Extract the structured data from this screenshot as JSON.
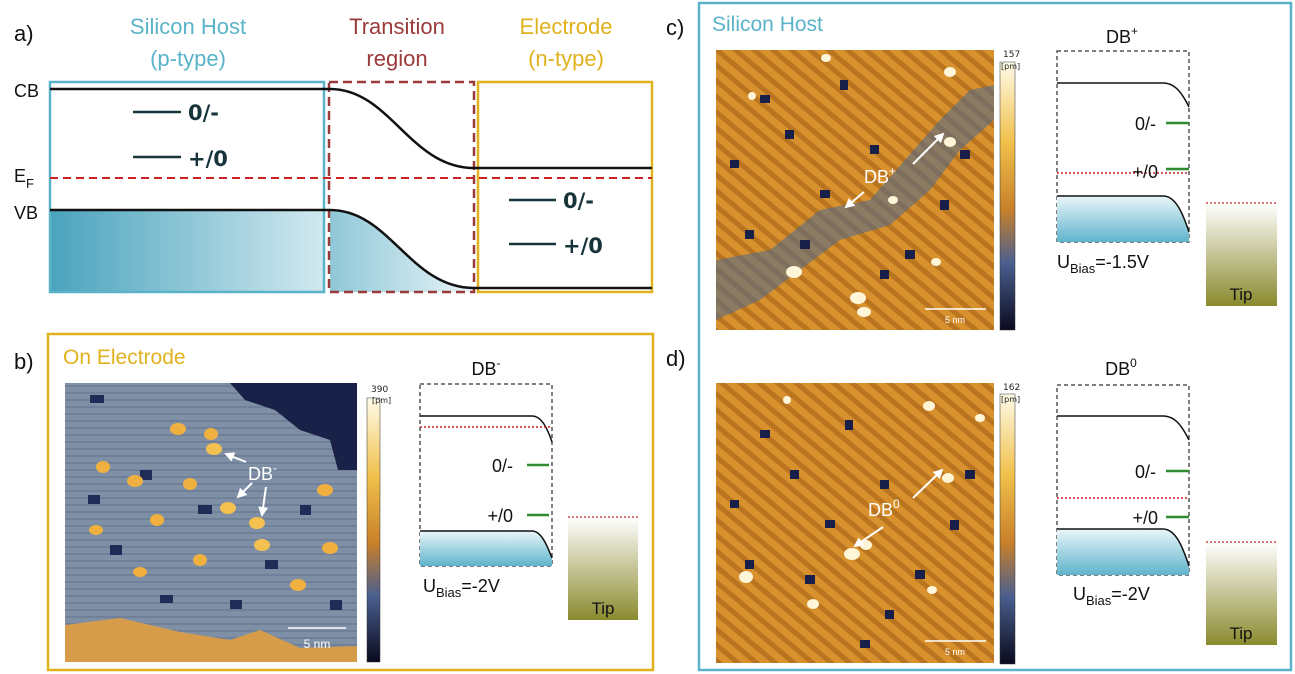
{
  "colors": {
    "host": "#5bb3c9",
    "transition": "#9b3a3a",
    "electrode": "#e0b21e",
    "fermi": "#cc2222",
    "level": "#2e8b2e",
    "tip": "#8a8a2e",
    "stm_orange": "#d9912e",
    "stm_dark": "#1c2a4e"
  },
  "panel_a": {
    "label": "a)",
    "host_title": [
      "Silicon Host",
      "(p-type)"
    ],
    "transition_title": [
      "Transition",
      "region"
    ],
    "electrode_title": [
      "Electrode",
      "(n-type)"
    ],
    "cb": "CB",
    "ef_main": "E",
    "ef_sub": "F",
    "vb": "VB",
    "host_levels": [
      "0/-",
      "+/0"
    ],
    "electrode_levels": [
      "0/-",
      "+/0"
    ]
  },
  "panel_b": {
    "label": "b)",
    "title": "On Electrode",
    "colorbar_max": "390",
    "colorbar_unit": "[pm]",
    "scale": "5 nm",
    "db_main": "DB",
    "db_sup": "-",
    "diagram_main": "DB",
    "diagram_sup": "-",
    "level_upper": "0/-",
    "level_lower": "+/0",
    "bias_main": "U",
    "bias_sub": "Bias",
    "bias_value": "=-2V",
    "tip": "Tip"
  },
  "panel_c": {
    "label": "c)",
    "title": "Silicon Host",
    "colorbar_max": "157",
    "colorbar_unit": "[pm]",
    "scale": "5 nm",
    "db_main": "DB",
    "db_sup": "+",
    "diagram_main": "DB",
    "diagram_sup": "+",
    "level_upper": "0/-",
    "level_lower": "+/0",
    "bias_main": "U",
    "bias_sub": "Bias",
    "bias_value": "=-1.5V",
    "tip": "Tip"
  },
  "panel_d": {
    "label": "d)",
    "colorbar_max": "162",
    "colorbar_unit": "[pm]",
    "scale": "5 nm",
    "db_main": "DB",
    "db_sup": "0",
    "diagram_main": "DB",
    "diagram_sup": "0",
    "level_upper": "0/-",
    "level_lower": "+/0",
    "bias_main": "U",
    "bias_sub": "Bias",
    "bias_value": "=-2V",
    "tip": "Tip"
  }
}
